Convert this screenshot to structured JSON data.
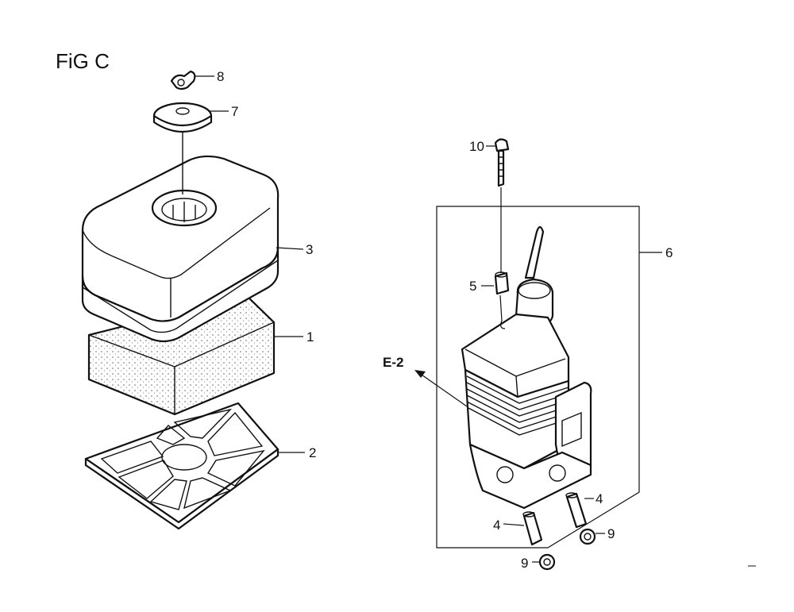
{
  "figure": {
    "title": "FiG C"
  },
  "callouts": {
    "p1": "1",
    "p2": "2",
    "p3": "3",
    "p4a": "4",
    "p4b": "4",
    "p5": "5",
    "p6": "6",
    "p7": "7",
    "p8": "8",
    "p9a": "9",
    "p9b": "9",
    "p10": "10",
    "ref_e2": "E-2"
  },
  "colors": {
    "line": "#111111",
    "background": "#ffffff"
  }
}
